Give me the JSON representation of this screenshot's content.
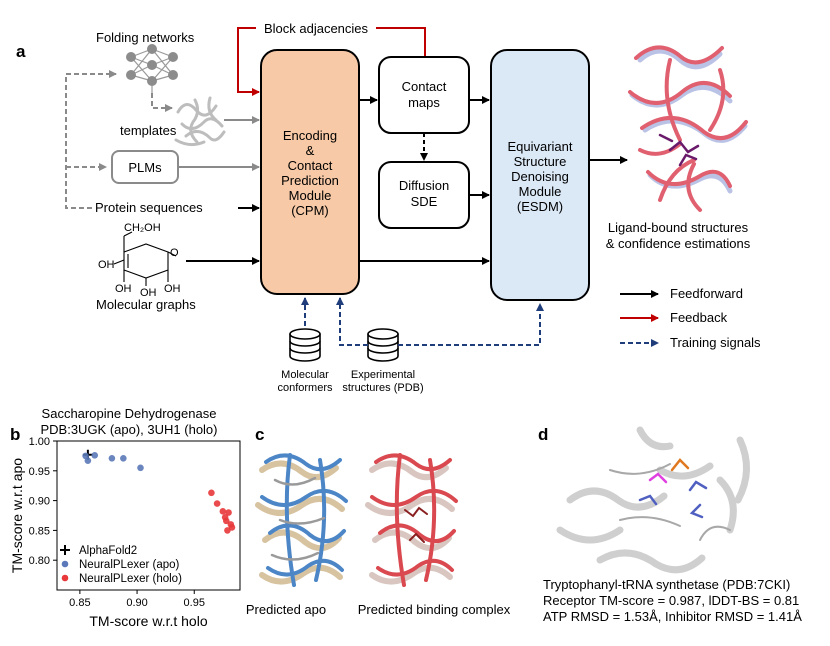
{
  "panel_a": {
    "label": "a",
    "inputs": {
      "folding_networks": "Folding networks",
      "templates": "templates",
      "plms": "PLMs",
      "protein_sequences": "Protein sequences",
      "molecular_graphs": "Molecular graphs",
      "ch2oh": "CH₂OH",
      "oh": "OH"
    },
    "feedback_label": "Block adjacencies",
    "cpm": [
      "Encoding",
      "&",
      "Contact",
      "Prediction",
      "Module",
      "(CPM)"
    ],
    "contact_maps": [
      "Contact",
      "maps"
    ],
    "diffusion_sde": [
      "Diffusion",
      "SDE"
    ],
    "esdm": [
      "Equivariant",
      "Structure",
      "Denoising",
      "Module",
      "(ESDM)"
    ],
    "output": [
      "Ligand-bound structures",
      "& confidence estimations"
    ],
    "data_sources": {
      "molecular_conformers": [
        "Molecular",
        "conformers"
      ],
      "experimental_structures": [
        "Experimental",
        "structures (PDB)"
      ]
    },
    "legend": {
      "feedforward": "Feedforward",
      "feedback": "Feedback",
      "training": "Training signals"
    },
    "colors": {
      "cpm_fill": "#f7c9a6",
      "esdm_fill": "#dbe8f6",
      "feedback": "#c00000",
      "training": "#1f3d7a"
    }
  },
  "panel_b": {
    "label": "b",
    "title_line1": "Saccharopine Dehydrogenase",
    "title_line2": "PDB:3UGK (apo), 3UH1 (holo)"
  },
  "panel_c": {
    "label": "c",
    "caption_apo": "Predicted apo",
    "caption_complex": "Predicted binding complex"
  },
  "panel_d": {
    "label": "d",
    "caption": [
      "Tryptophanyl-tRNA synthetase (PDB:7CKI)",
      "Receptor TM-score = 0.987, lDDT-BS = 0.81",
      "ATP RMSD = 1.53Å, Inhibitor RMSD = 1.41Å"
    ]
  },
  "chart_data": {
    "type": "scatter",
    "xlabel": "TM-score w.r.t holo",
    "ylabel": "TM-score w.r.t apo",
    "xlim": [
      0.83,
      0.99
    ],
    "ylim": [
      0.75,
      1.0
    ],
    "xticks": [
      "0.85",
      "0.90",
      "0.95"
    ],
    "yticks": [
      "0.80",
      "0.85",
      "0.90",
      "0.95",
      "1.00"
    ],
    "xtick_values": [
      0.85,
      0.9,
      0.95
    ],
    "ytick_values": [
      0.8,
      0.85,
      0.9,
      0.95,
      1.0
    ],
    "grid": false,
    "legend_position": "lower-left",
    "series": [
      {
        "name": "AlphaFold2",
        "marker": "plus",
        "color": "#000000",
        "x": [
          0.857
        ],
        "y": [
          0.977
        ]
      },
      {
        "name": "NeuralPLexer (apo)",
        "marker": "circle",
        "color": "#5b79b8",
        "x": [
          0.855,
          0.863,
          0.878,
          0.888,
          0.903,
          0.857
        ],
        "y": [
          0.975,
          0.976,
          0.971,
          0.971,
          0.955,
          0.967
        ]
      },
      {
        "name": "NeuralPLexer (holo)",
        "marker": "circle",
        "color": "#e8383a",
        "x": [
          0.965,
          0.97,
          0.975,
          0.977,
          0.98,
          0.978,
          0.982,
          0.983,
          0.979
        ],
        "y": [
          0.913,
          0.895,
          0.882,
          0.872,
          0.88,
          0.866,
          0.86,
          0.855,
          0.85
        ]
      }
    ]
  }
}
